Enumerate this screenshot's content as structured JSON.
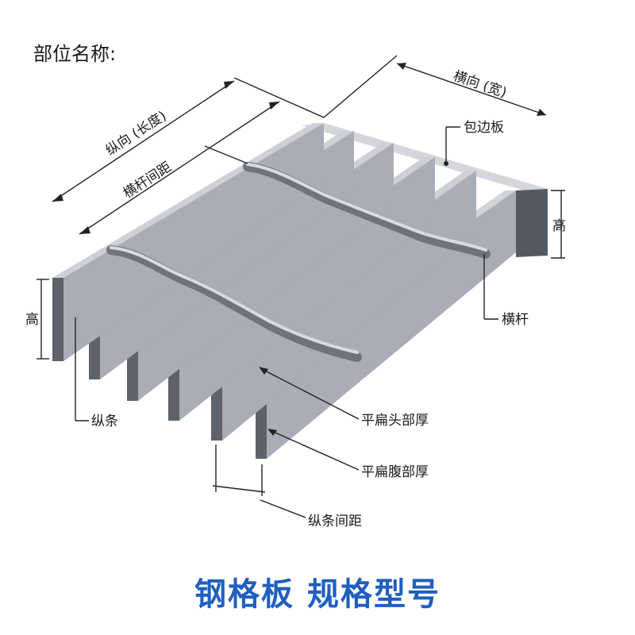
{
  "heading": "部位名称:",
  "title": "钢格板 规格型号",
  "colors": {
    "title": "#1f5fbf",
    "bar_top": "#c9ccd2",
    "bar_side": "#a4a8b0",
    "bar_end": "#5e636c",
    "text": "#1a1a1a"
  },
  "labels": {
    "transverse_width": "横向 (宽)",
    "longitudinal_length": "纵向 (长度)",
    "cross_bar_pitch": "横杆间距",
    "edge_band": "包边板",
    "height_right": "高",
    "height_left": "高",
    "cross_bar": "横杆",
    "bearing_bar": "纵条",
    "flat_bar_head_thickness": "平扁头部厚",
    "flat_bar_web_thickness": "平扁腹部厚",
    "bearing_bar_pitch": "纵条间距"
  }
}
